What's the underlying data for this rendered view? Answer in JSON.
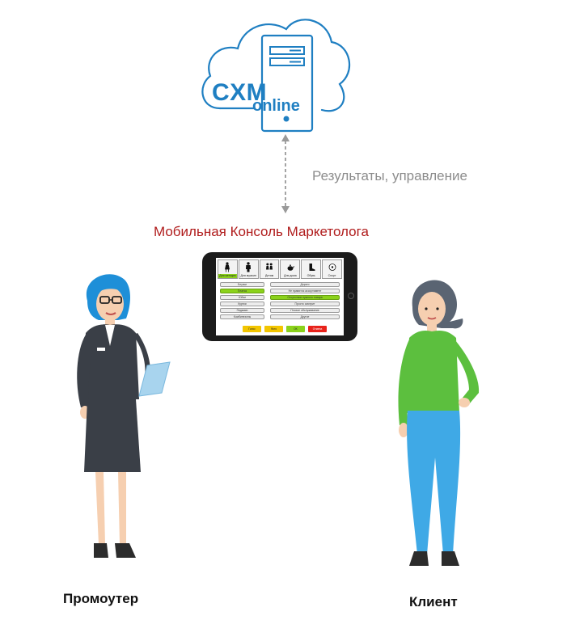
{
  "cloud": {
    "title": "CXM",
    "subtitle": "online",
    "color": "#1f7fc2"
  },
  "connector": {
    "label": "Результаты, управление",
    "color": "#8c8c8c"
  },
  "console": {
    "title": "Мобильная Консоль Маркетолога",
    "title_color": "#b01c1c",
    "categories": [
      {
        "label": "Для женщин",
        "icon": "woman-icon",
        "active": true
      },
      {
        "label": "Для мужчин",
        "icon": "man-icon",
        "active": false
      },
      {
        "label": "Детям",
        "icon": "children-icon",
        "active": false
      },
      {
        "label": "Для дома",
        "icon": "teapot-icon",
        "active": false
      },
      {
        "label": "Обувь",
        "icon": "boot-icon",
        "active": false
      },
      {
        "label": "Спорт",
        "icon": "ball-icon",
        "active": false
      }
    ],
    "left_options": [
      {
        "label": "Блузки",
        "selected": false
      },
      {
        "label": "Платья",
        "selected": true
      },
      {
        "label": "Юбки",
        "selected": false
      },
      {
        "label": "Куртки",
        "selected": false
      },
      {
        "label": "Пиджаки",
        "selected": false
      },
      {
        "label": "Комбинезоны",
        "selected": false
      }
    ],
    "right_options": [
      {
        "label": "Дорого",
        "selected": false
      },
      {
        "label": "Не нравится ассортимент",
        "selected": false
      },
      {
        "label": "Отсутствие нужного товара",
        "selected": true
      },
      {
        "label": "Просто смотрит",
        "selected": false
      },
      {
        "label": "Плохое обслуживание",
        "selected": false
      },
      {
        "label": "Другое",
        "selected": false
      }
    ],
    "actions": [
      {
        "label": "Голос",
        "color": "#f2c500"
      },
      {
        "label": "Фото",
        "color": "#f2c500"
      },
      {
        "label": "OK",
        "color": "#8bd21b"
      },
      {
        "label": "Отмена",
        "color": "#e8231b"
      }
    ]
  },
  "people": {
    "promoter_label": "Промоутер",
    "client_label": "Клиент"
  }
}
